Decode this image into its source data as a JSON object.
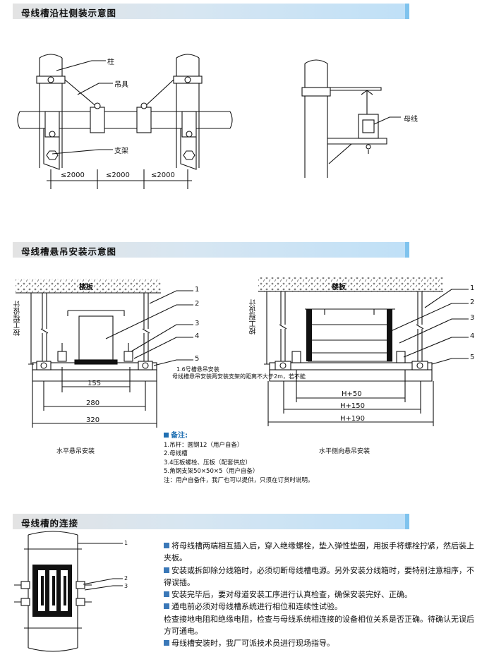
{
  "sections": {
    "s1_title": "母线槽沿柱侧装示意图",
    "s2_title": "母线槽悬吊安装示意图",
    "s3_title": "母线槽的连接"
  },
  "fig1": {
    "label_column": "柱",
    "label_hanger": "吊具",
    "label_bracket": "支架",
    "dim1": "≤2000",
    "dim2": "≤2000",
    "dim3": "≤2000",
    "label_busbar": "母线"
  },
  "fig2": {
    "floor_left": "楼板",
    "floor_right": "楼板",
    "vertical_left": "按工程设计",
    "vertical_right": "按工程设计",
    "callouts_left": [
      "1",
      "2",
      "3",
      "4",
      "5"
    ],
    "callouts_right": [
      "1",
      "2",
      "3",
      "4",
      "5"
    ],
    "small_note_1": "1.6号槽悬吊安装",
    "small_note_2": "母线槽悬吊安装两安装支架的距离不大于2m，若不能",
    "dim_155": "155",
    "dim_280": "280",
    "dim_320": "320",
    "dim_h50": "H+50",
    "dim_h150": "H+150",
    "dim_h190": "H+190",
    "caption_left": "水平悬吊安装",
    "caption_right": "水平侧向悬吊安装"
  },
  "notes": {
    "title": "备注:",
    "items": [
      "1.吊杆：圆钢12（用户自备）",
      "2.母线槽",
      "3.4压板螺栓、压板（配套供应）",
      "5.角钢支架50×50×5（用户自备）",
      "注：用户自备件，我厂也可以提供，只须在订货时说明。"
    ]
  },
  "fig3": {
    "callouts": [
      "1",
      "2",
      "3"
    ]
  },
  "paragraphs": [
    "将母线槽两端相互插入后，穿入绝缘螺栓，垫入弹性垫圈，用扳手将螺栓拧紧，然后装上夹板。",
    "安装或拆卸除分线箱时，必须切断母线槽电源。另外安装分线箱时，要特别注意相序，不得误插。",
    "安装完毕后，要对母道安装工序进行认真检查，确保安装完好、正确。",
    "通电前必须对母线槽系统进行相位和连续性试验。",
    "检查接地电阻和绝缘电阻，检查与母线系统相连接的设备相位关系是否正确。待确认无误后方可通电。",
    "母线槽安装时，我厂可派技术员进行现场指导。"
  ],
  "colors": {
    "header_end": "#7fc3ee",
    "bullet": "#3a78b8"
  }
}
